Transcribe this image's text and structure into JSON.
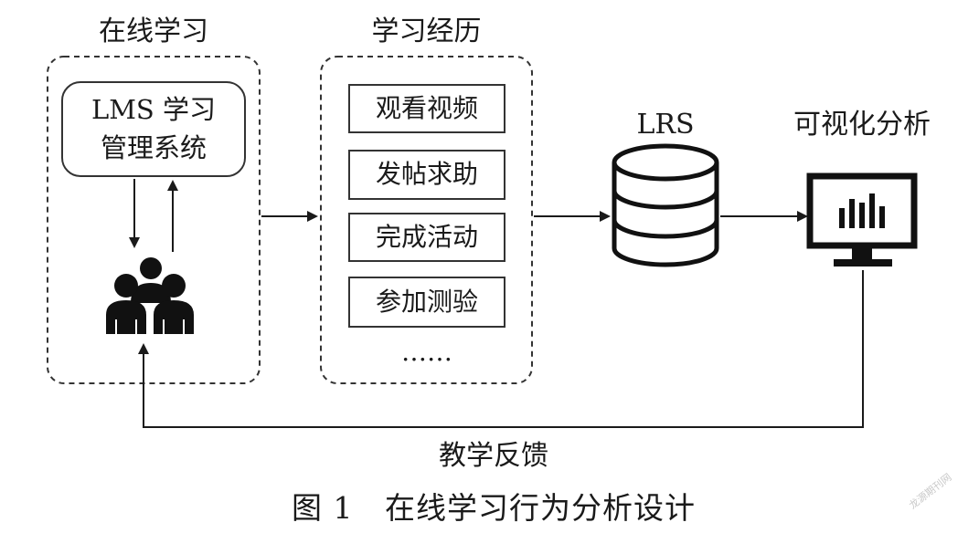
{
  "diagram": {
    "online_learning": {
      "title": "在线学习",
      "lms_line1": "LMS 学习",
      "lms_line2": "管理系统",
      "learners_icon": "group-of-learners-icon"
    },
    "learning_experience": {
      "title": "学习经历",
      "activities": [
        "观看视频",
        "发帖求助",
        "完成活动",
        "参加测验"
      ],
      "ellipsis": "……"
    },
    "lrs": {
      "title": "LRS",
      "icon": "database-icon"
    },
    "visual_analysis": {
      "title": "可视化分析",
      "icon": "monitor-chart-icon"
    },
    "feedback_label": "教学反馈",
    "caption": "图 1   在线学习行为分析设计",
    "watermark": "龙源期刊网"
  },
  "colors": {
    "line": "#1a1a1a",
    "box_border": "#333333",
    "background": "#ffffff"
  }
}
